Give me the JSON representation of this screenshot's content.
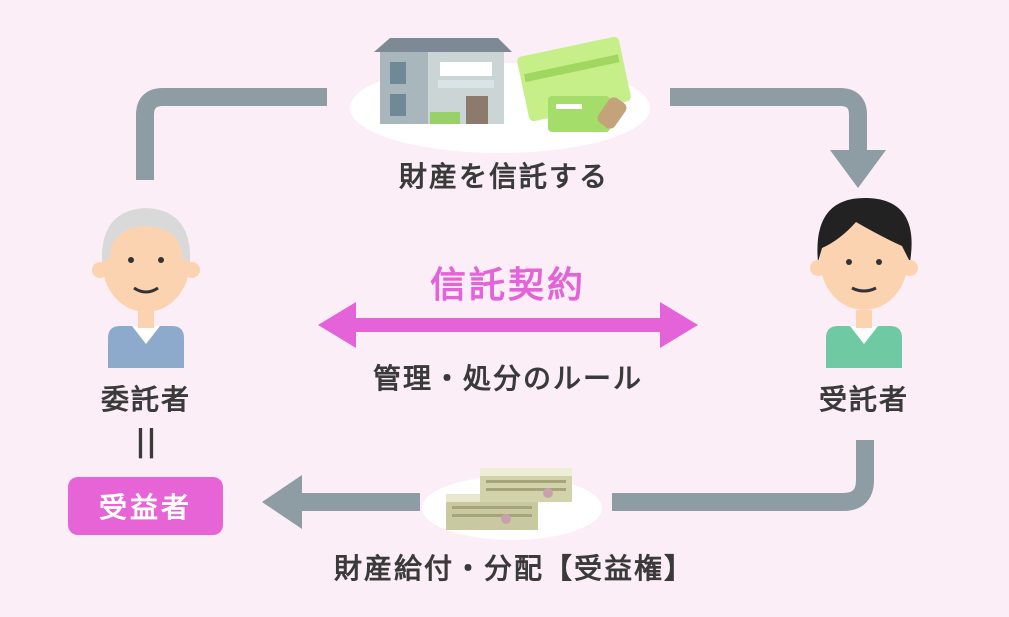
{
  "flow": {
    "top_label": "財産を信託する",
    "bottom_label": "財産給付・分配【受益権】"
  },
  "contract": {
    "title": "信託契約",
    "subtitle": "管理・処分のルール"
  },
  "parties": {
    "settlor": "委託者",
    "equals_sign": "||",
    "beneficiary": "受益者",
    "trustee": "受託者"
  },
  "colors": {
    "background": "#fceef6",
    "arrow_gray": "#8e9ca3",
    "accent_pink": "#e463d8"
  }
}
